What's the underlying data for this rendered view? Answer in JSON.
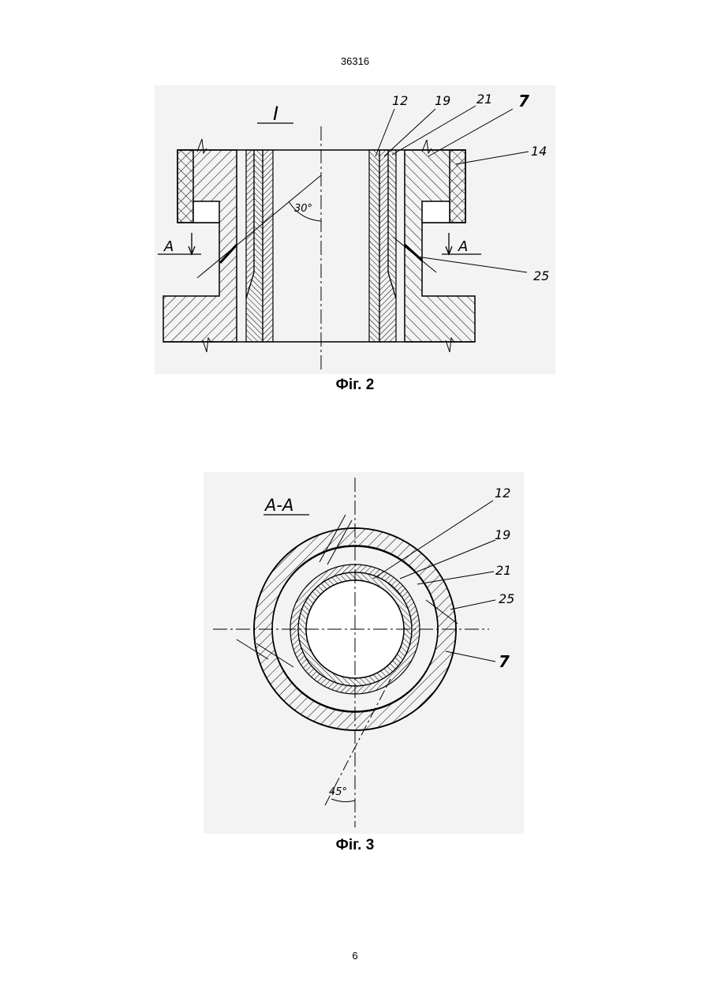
{
  "header": {
    "doc_number": "36316"
  },
  "figure2": {
    "caption": "Фіг. 2",
    "view_label": "I",
    "angle_label": "30°",
    "section_label_left": "A",
    "section_label_right": "A",
    "part_labels": {
      "p12": "12",
      "p19": "19",
      "p21": "21",
      "p7": "7",
      "p14": "14",
      "p25": "25"
    }
  },
  "figure3": {
    "caption": "Фіг. 3",
    "section_title": "A-A",
    "angle_label": "45°",
    "part_labels": {
      "p12": "12",
      "p19": "19",
      "p21": "21",
      "p25": "25",
      "p7": "7"
    }
  },
  "footer": {
    "page_number": "6"
  }
}
